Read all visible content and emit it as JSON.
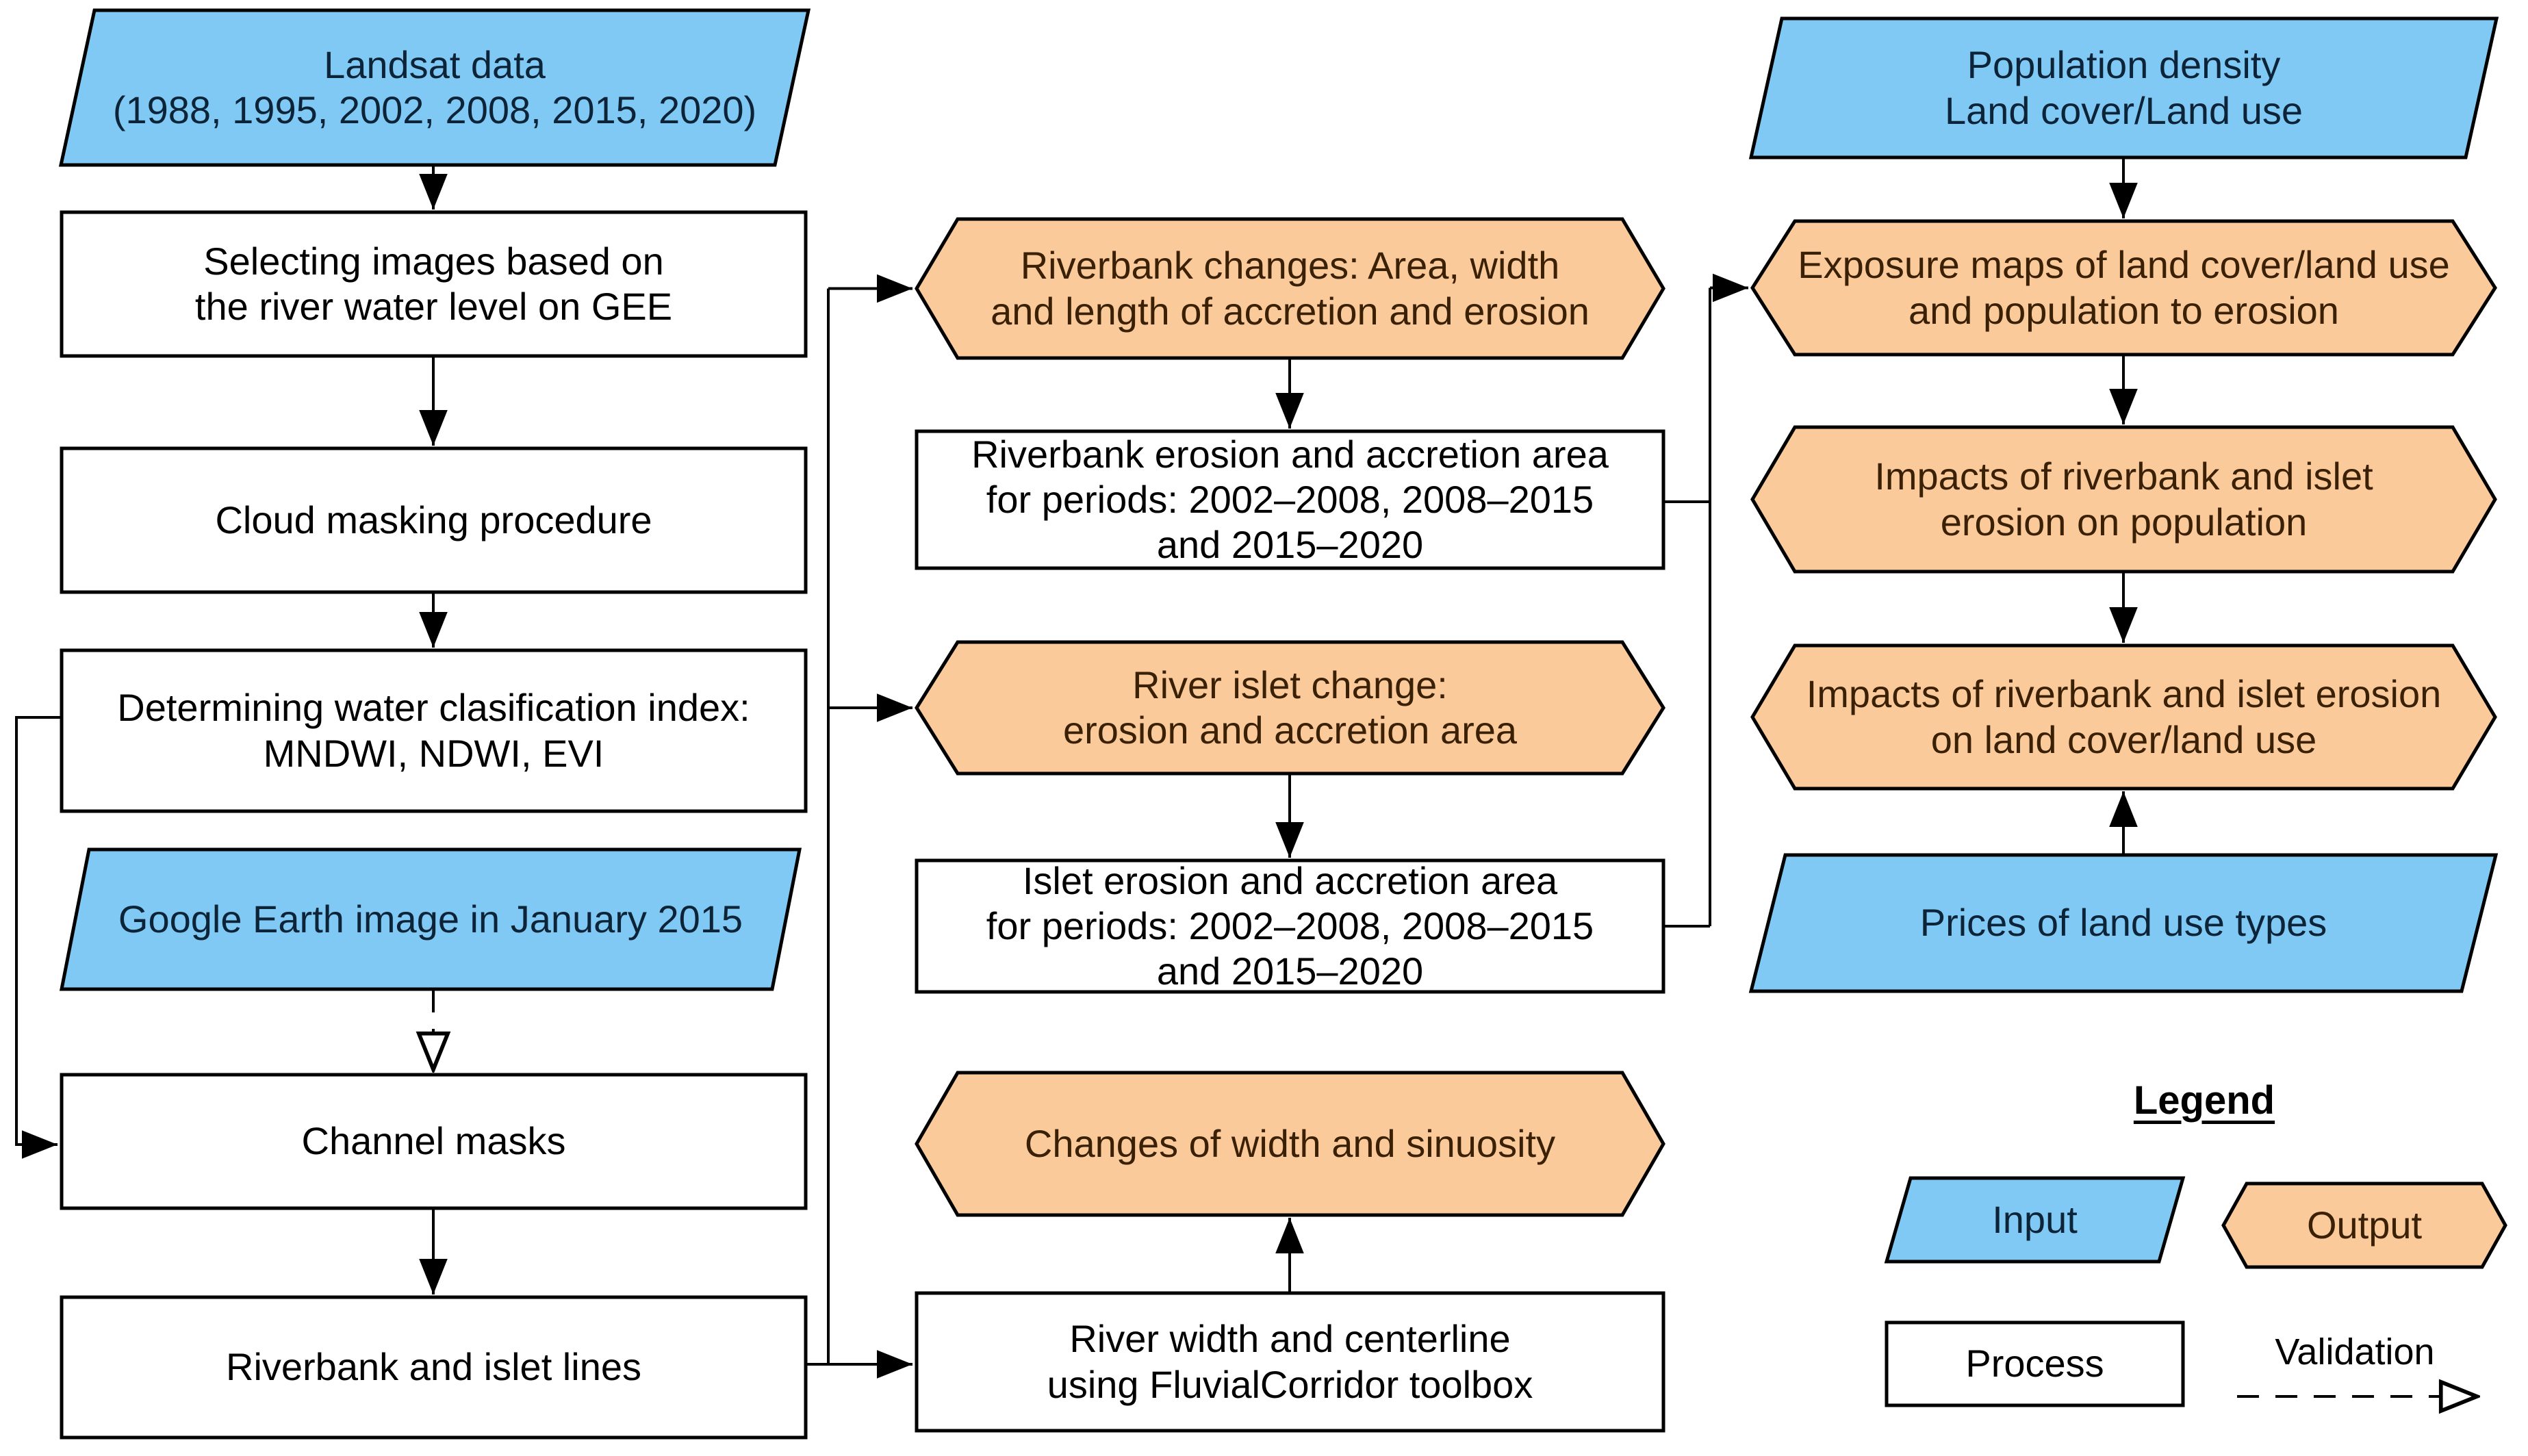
{
  "colors": {
    "input_fill": "#7fc9f4",
    "output_fill": "#fbca9b",
    "process_fill": "#ffffff",
    "stroke": "#000000",
    "input_text": "#0d2438",
    "output_text": "#3a2005",
    "process_text": "#000000"
  },
  "nodes": {
    "landsat": {
      "type": "input",
      "label": "Landsat data\n(1988, 1995, 2002, 2008, 2015, 2020)"
    },
    "selecting": {
      "type": "process",
      "label": "Selecting images based on\nthe river water level on GEE"
    },
    "cloud": {
      "type": "process",
      "label": "Cloud masking procedure"
    },
    "determining": {
      "type": "process",
      "label": "Determining water clasification index:\nMNDWI, NDWI, EVI"
    },
    "google_earth": {
      "type": "input",
      "label": "Google Earth image in January 2015"
    },
    "channel": {
      "type": "process",
      "label": "Channel masks"
    },
    "riverbank_lines": {
      "type": "process",
      "label": "Riverbank and islet lines"
    },
    "riverbank_changes": {
      "type": "output",
      "label": "Riverbank changes: Area, width\nand length of accretion and erosion"
    },
    "riverbank_area": {
      "type": "process",
      "label": "Riverbank erosion and accretion area\nfor periods: 2002–2008, 2008–2015\nand 2015–2020"
    },
    "islet_change": {
      "type": "output",
      "label": "River islet change:\nerosion and accretion area"
    },
    "islet_area": {
      "type": "process",
      "label": "Islet erosion and accretion area\nfor periods: 2002–2008, 2008–2015\nand 2015–2020"
    },
    "width_sinuosity": {
      "type": "output",
      "label": "Changes of width and sinuosity"
    },
    "river_width": {
      "type": "process",
      "label": "River width and centerline\nusing FluvialCorridor toolbox"
    },
    "population": {
      "type": "input",
      "label": "Population density\nLand cover/Land use"
    },
    "exposure": {
      "type": "output",
      "label": "Exposure maps of land cover/land use\nand population to erosion"
    },
    "impacts_population": {
      "type": "output",
      "label": "Impacts of riverbank and islet\nerosion on population"
    },
    "impacts_landcover": {
      "type": "output",
      "label": "Impacts of riverbank and islet erosion\non land cover/land use"
    },
    "prices": {
      "type": "input",
      "label": "Prices of land use types"
    }
  },
  "legend": {
    "title": "Legend",
    "input": "Input",
    "output": "Output",
    "process": "Process",
    "validation": "Validation"
  }
}
